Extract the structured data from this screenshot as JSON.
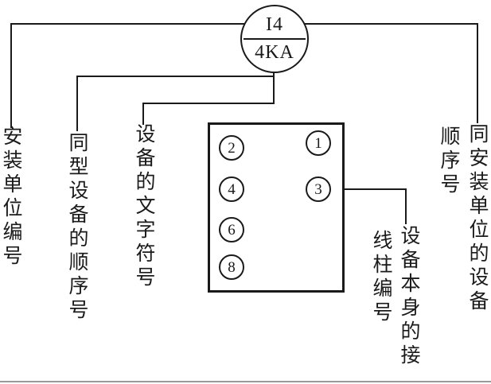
{
  "colors": {
    "ink": "#1a1a1a",
    "background": "#ffffff"
  },
  "symbol": {
    "numerator": "I4",
    "denominator": "4KA"
  },
  "terminals": {
    "left": [
      "2",
      "4",
      "6",
      "8"
    ],
    "right": [
      "1",
      "3"
    ]
  },
  "annotations": {
    "installation_unit_number": "安装单位编号",
    "same_type_device_sequence_number": "同型设备的顺序号",
    "device_letter_symbol": "设备的文字符号",
    "device_terminal_col_right": "设备本身的接",
    "device_terminal_col_left": "线柱编号",
    "same_unit_device_col_right": "同安装单位的设备",
    "same_unit_device_col_left": "顺序号"
  }
}
